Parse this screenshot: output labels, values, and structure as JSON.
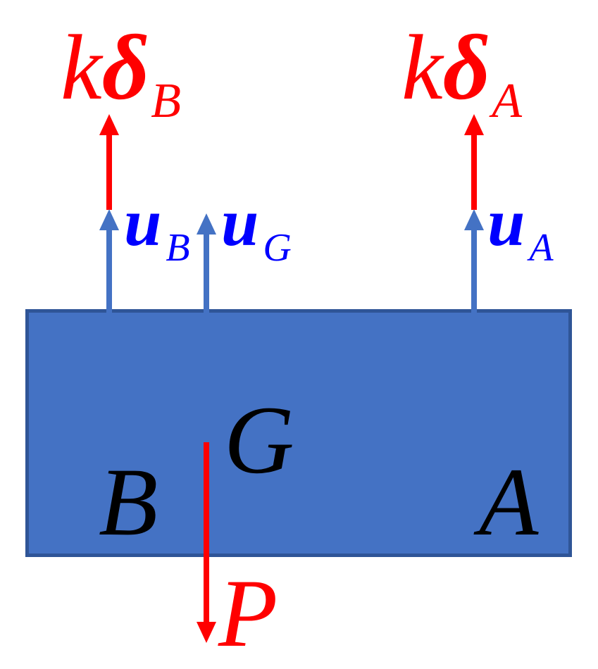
{
  "diagram": {
    "type": "free-body diagram of rigid block on springs",
    "colors": {
      "force_red": "#FF0000",
      "displacement_arrow_blue": "#4472C4",
      "displacement_text_blue": "#0000FF",
      "block_border": "#2F5597",
      "block_dots": "#4472C4",
      "point_label": "#000000"
    },
    "forces": [
      {
        "id": "spring-force-B",
        "symbol": "k",
        "greek": "δ",
        "subscript": "B",
        "direction": "up"
      },
      {
        "id": "spring-force-A",
        "symbol": "k",
        "greek": "δ",
        "subscript": "A",
        "direction": "up"
      },
      {
        "id": "load-P",
        "symbol": "P",
        "direction": "down"
      }
    ],
    "displacements": [
      {
        "id": "u-B",
        "symbol": "u",
        "subscript": "B",
        "direction": "up"
      },
      {
        "id": "u-G",
        "symbol": "u",
        "subscript": "G",
        "direction": "up"
      },
      {
        "id": "u-A",
        "symbol": "u",
        "subscript": "A",
        "direction": "up"
      }
    ],
    "points": [
      {
        "id": "point-B",
        "label": "B"
      },
      {
        "id": "point-G",
        "label": "G"
      },
      {
        "id": "point-A",
        "label": "A"
      }
    ]
  },
  "labels": {
    "kdB": {
      "k": "k",
      "delta": "δ",
      "sub": "B"
    },
    "kdA": {
      "k": "k",
      "delta": "δ",
      "sub": "A"
    },
    "uB": {
      "u": "u",
      "sub": "B"
    },
    "uG": {
      "u": "u",
      "sub": "G"
    },
    "uA": {
      "u": "u",
      "sub": "A"
    },
    "pointB": "B",
    "pointG": "G",
    "pointA": "A",
    "P": "P"
  }
}
